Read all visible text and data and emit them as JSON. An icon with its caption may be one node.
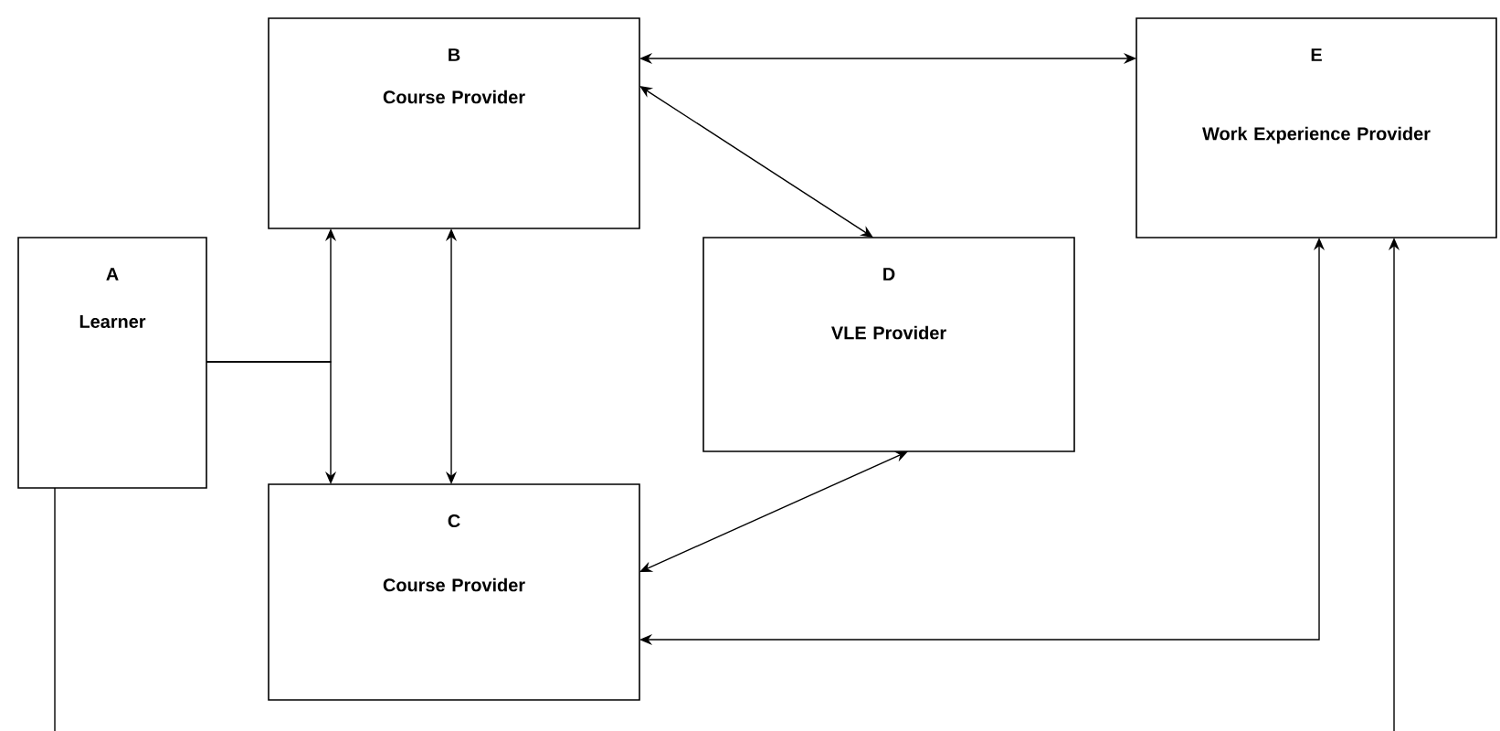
{
  "diagram": {
    "nodes": [
      {
        "text": [
          "A",
          "Learner"
        ]
      },
      {
        "text": [
          "B",
          "Course Provider"
        ]
      },
      {
        "text": [
          "C",
          "Course Provider"
        ]
      },
      {
        "text": [
          "D",
          "VLE Provider"
        ]
      },
      {
        "text": [
          "E",
          "Work Experience Provider"
        ]
      }
    ],
    "edges": [
      {
        "from": 1,
        "to": 4,
        "arrow": "both"
      },
      {
        "from": 1,
        "to": 3,
        "arrow": "both"
      },
      {
        "from": 0,
        "to": 1,
        "arrow": "to"
      },
      {
        "from": 0,
        "to": 2,
        "arrow": "to"
      },
      {
        "from": 1,
        "to": 2,
        "arrow": "both"
      },
      {
        "from": 3,
        "to": 2,
        "arrow": "both"
      },
      {
        "from": 2,
        "to": 4,
        "arrow": "both"
      },
      {
        "from": 0,
        "to": 4,
        "arrow": "to"
      }
    ]
  }
}
